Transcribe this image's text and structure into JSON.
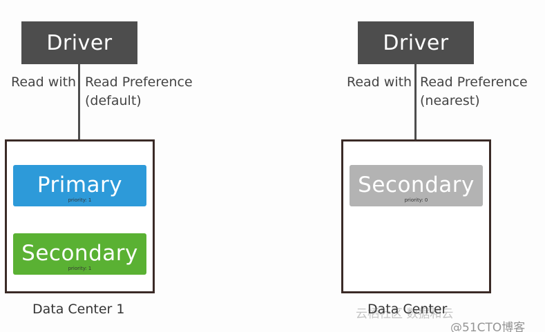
{
  "left": {
    "driver_label": "Driver",
    "read_with": "Read with",
    "read_pref_line1": "Read Preference",
    "read_pref_line2": "(default)",
    "nodes": [
      {
        "title": "Primary",
        "priority": "priority: 1",
        "color": "#2d9ad9"
      },
      {
        "title": "Secondary",
        "priority": "priority: 1",
        "color": "#5ab133"
      }
    ],
    "caption": "Data Center 1"
  },
  "right": {
    "driver_label": "Driver",
    "read_with": "Read with",
    "read_pref_line1": "Read Preference",
    "read_pref_line2": "(nearest)",
    "nodes": [
      {
        "title": "Secondary",
        "priority": "priority: 0",
        "color": "#b3b3b3"
      }
    ],
    "caption": "Data Center"
  },
  "watermark": {
    "line1": "云栖社区 数据和云",
    "line2": "@51CTO博客"
  }
}
